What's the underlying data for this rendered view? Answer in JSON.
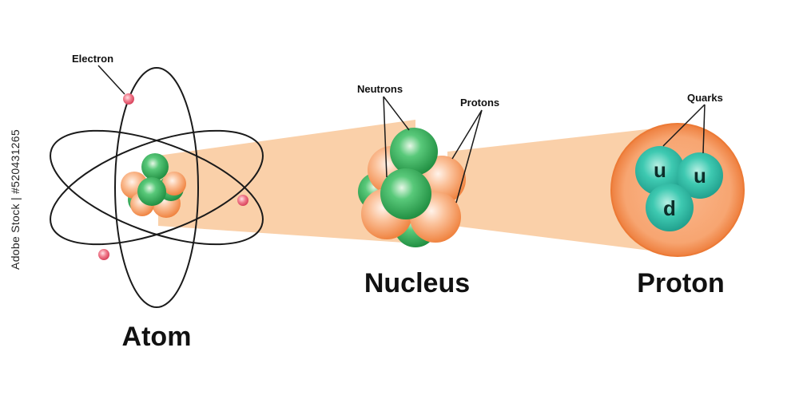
{
  "labels": {
    "atom": "Atom",
    "nucleus": "Nucleus",
    "proton": "Proton",
    "electron": "Electron",
    "neutrons": "Neutrons",
    "protons": "Protons",
    "quarks": "Quarks"
  },
  "quarks": [
    "u",
    "u",
    "d"
  ],
  "watermark": "Adobe Stock | #520431265",
  "colors": {
    "beam": "#f9c89a",
    "proton_orange": "#f08a45",
    "neutron_green": "#2fb35a",
    "electron_pink": "#e8506a",
    "quark_teal": "#2bb7a2",
    "orbit": "#1a1a1a"
  }
}
